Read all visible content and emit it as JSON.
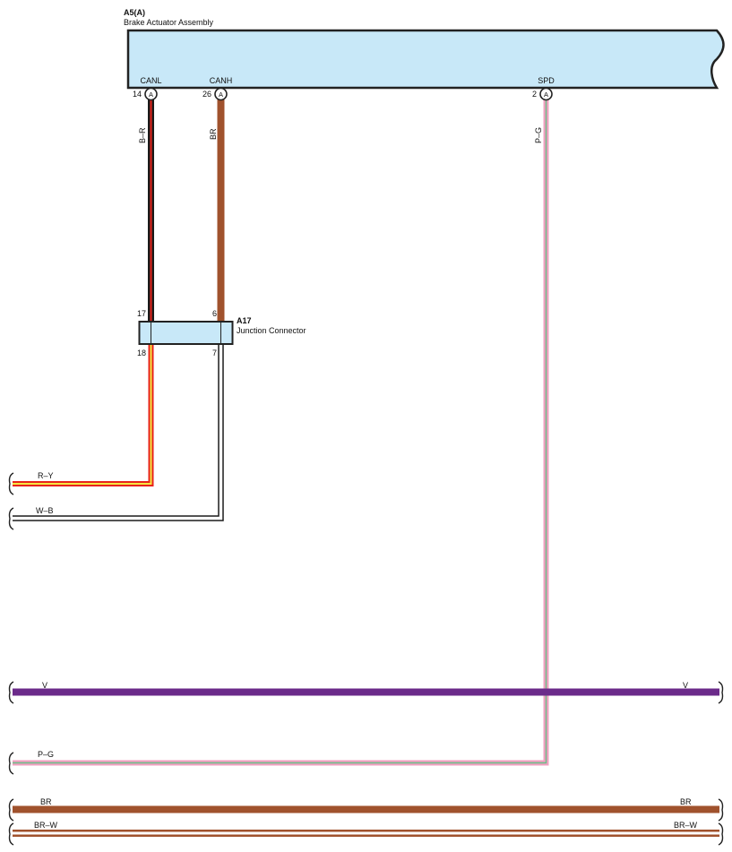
{
  "colors": {
    "connector_fill": "#c8e8f8",
    "outline": "#222222",
    "brown": "#a0522d",
    "black": "#1a1a1a",
    "red": "#e8231b",
    "yellow": "#f5e642",
    "white": "#ffffff",
    "pink": "#f0a0c0",
    "green": "#6bbf8a",
    "violet": "#6b2a8a"
  },
  "brake_actuator": {
    "id": "A5(A)",
    "name": "Brake Actuator Assembly",
    "pins": [
      {
        "signal": "CANL",
        "number": "14",
        "connector": "A"
      },
      {
        "signal": "CANH",
        "number": "26",
        "connector": "A"
      },
      {
        "signal": "SPD",
        "number": "2",
        "connector": "A"
      }
    ]
  },
  "junction_connector": {
    "id": "A17",
    "name": "Junction Connector",
    "pins_top": [
      "17",
      "6"
    ],
    "pins_bottom": [
      "18",
      "7"
    ]
  },
  "wires": {
    "canl": "B–R",
    "canh": "BR",
    "spd": "P–G",
    "ry": "R–Y",
    "wb": "W–B",
    "v_left": "V",
    "v_right": "V",
    "pg": "P–G",
    "br_left": "BR",
    "br_right": "BR",
    "brw_left": "BR–W",
    "brw_right": "BR–W"
  }
}
